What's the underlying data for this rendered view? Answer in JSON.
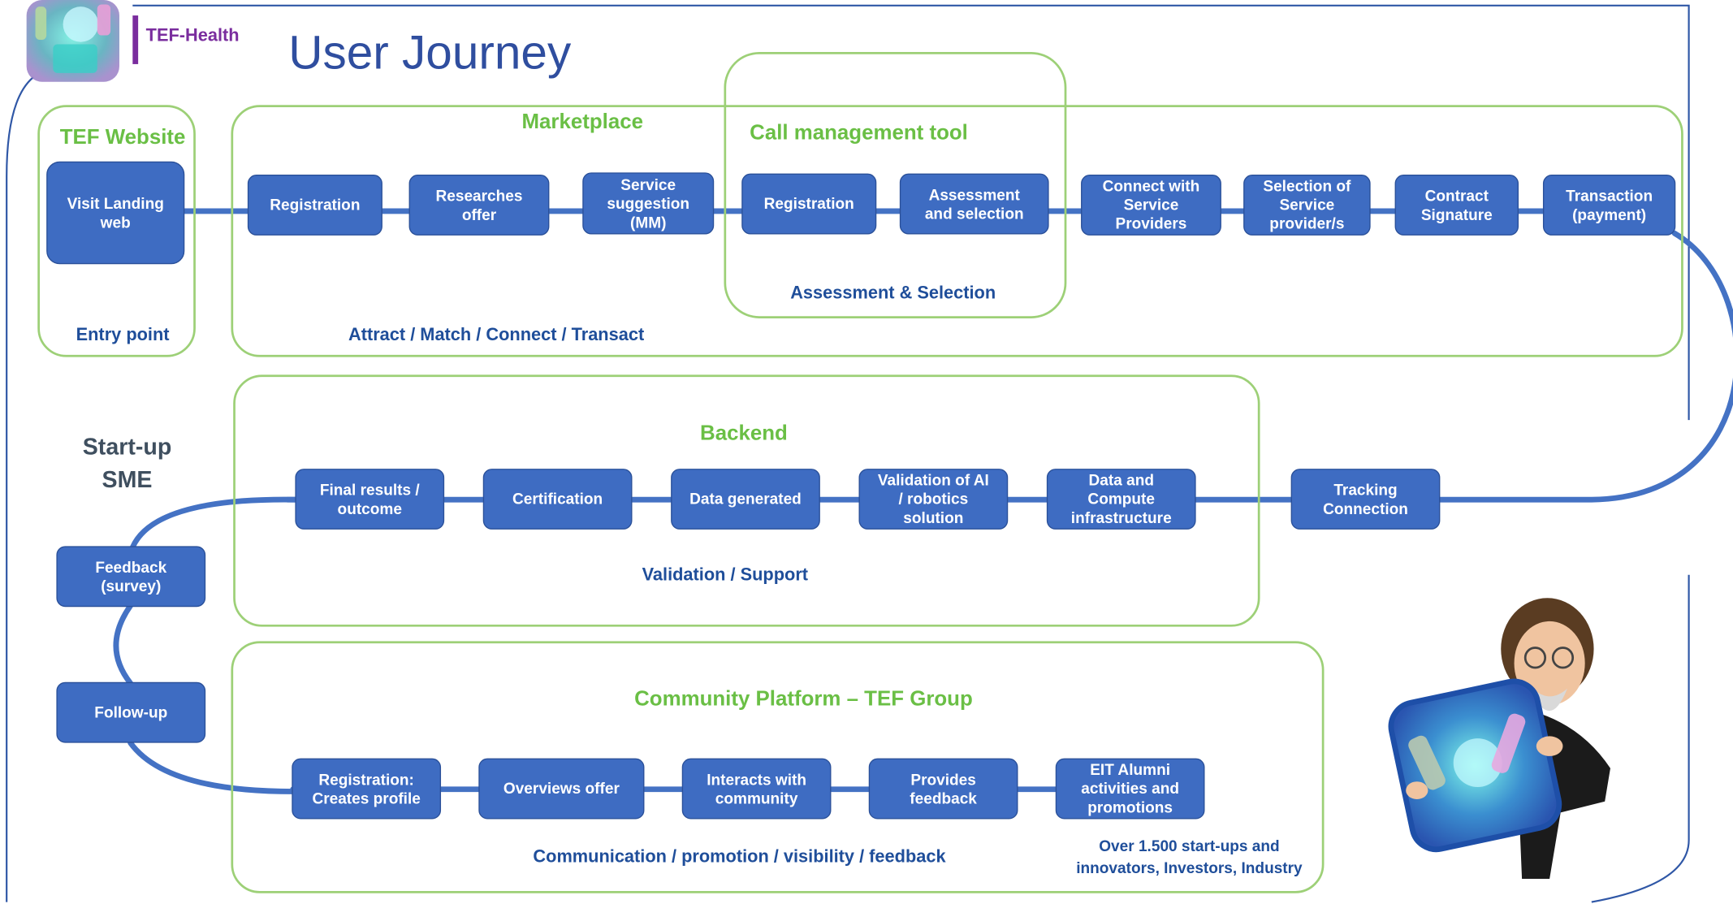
{
  "header": {
    "brand_label": "TEF-Health",
    "title": "User Journey"
  },
  "side_label": "Start-up\nSME",
  "regions": {
    "website": {
      "title": "TEF Website",
      "caption": "Entry point"
    },
    "marketplace": {
      "title": "Marketplace",
      "caption": "Attract / Match / Connect / Transact"
    },
    "call_tool": {
      "title": "Call management tool",
      "caption": "Assessment & Selection"
    },
    "backend": {
      "title": "Backend",
      "caption": "Validation / Support"
    },
    "community": {
      "title": "Community Platform – TEF Group",
      "caption": "Communication / promotion / visibility / feedback",
      "audience": "Over 1.500 start-ups and\ninnovators, Investors, Industry"
    }
  },
  "steps": {
    "visit_landing": "Visit Landing\nweb",
    "registration_market": "Registration",
    "researches_offer": "Researches\noffer",
    "service_suggestion": "Service\nsuggestion\n(MM)",
    "registration_call": "Registration",
    "assessment_selection": "Assessment\nand selection",
    "connect_providers": "Connect with\nService\nProviders",
    "selection_provider": "Selection of\nService\nprovider/s",
    "contract_signature": "Contract\nSignature",
    "transaction": "Transaction\n(payment)",
    "tracking_connection": "Tracking\nConnection",
    "data_compute": "Data and\nCompute\ninfrastructure",
    "validation_ai": "Validation of AI\n/ robotics\nsolution",
    "data_generated": "Data generated",
    "certification": "Certification",
    "final_results": "Final results /\noutcome",
    "feedback_survey": "Feedback\n(survey)",
    "follow_up": "Follow-up",
    "registration_profile": "Registration:\nCreates profile",
    "overviews_offer": "Overviews offer",
    "interacts_community": "Interacts with\ncommunity",
    "provides_feedback": "Provides\nfeedback",
    "eit_alumni": "EIT Alumni\nactivities and\npromotions"
  },
  "colors": {
    "box_fill": "#3e6cc2",
    "connector": "#4472c4",
    "region_border": "#9dd077",
    "region_title": "#6abf45",
    "caption": "#1f4e9a",
    "title": "#2f4e9f",
    "brand": "#7a2d9e"
  },
  "images": {
    "logo": "tef-health-logo-icon",
    "mascot": "avatar-mascot-icon"
  }
}
